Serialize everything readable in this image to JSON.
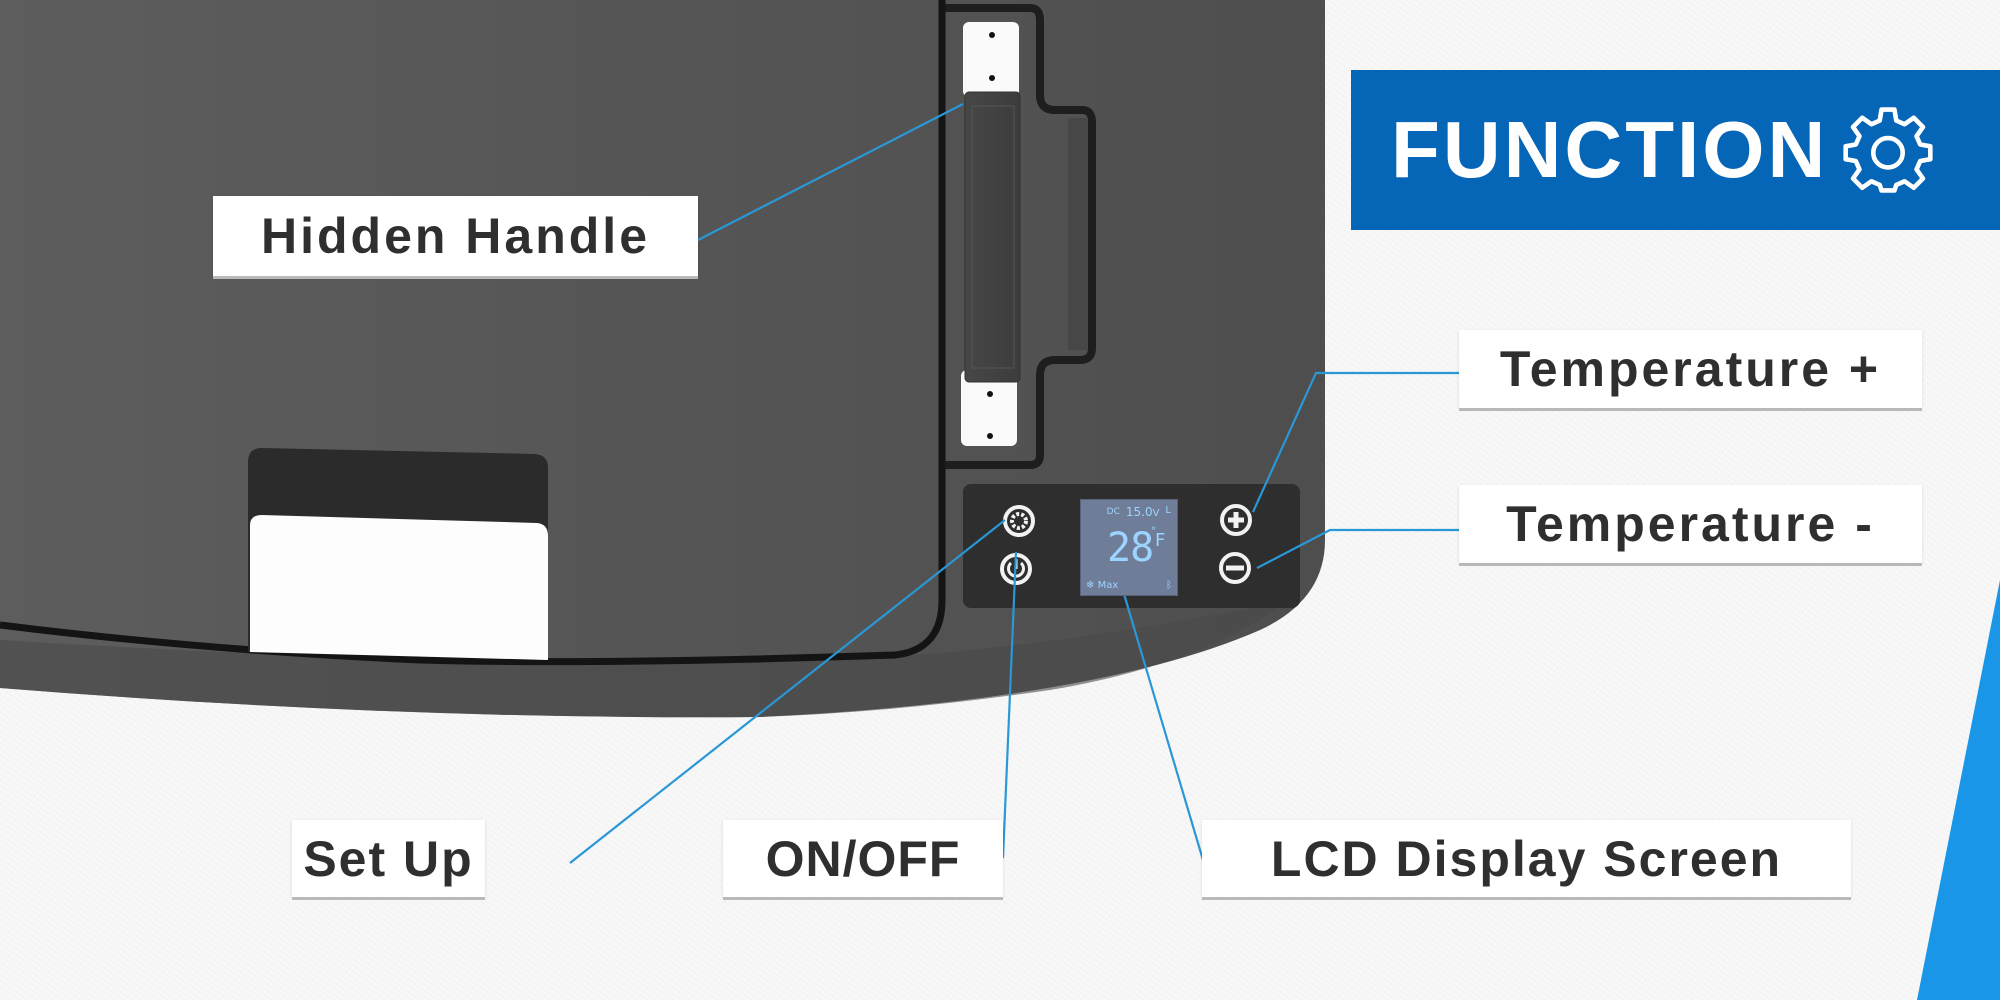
{
  "banner": {
    "title": "FUNCTION",
    "icon": "gear-icon",
    "color": "#0565b7"
  },
  "labels": {
    "hidden_handle": "Hidden Handle",
    "temperature_plus": "Temperature +",
    "temperature_minus": "Temperature -",
    "set_up": "Set Up",
    "on_off": "ON/OFF",
    "lcd_display": "LCD Display Screen"
  },
  "control_panel": {
    "buttons": [
      {
        "name": "set-up",
        "icon": "gear-icon"
      },
      {
        "name": "power",
        "icon": "power-icon"
      },
      {
        "name": "temperature-plus",
        "icon": "plus-icon",
        "glyph": "+"
      },
      {
        "name": "temperature-minus",
        "icon": "minus-icon",
        "glyph": "−"
      }
    ],
    "lcd": {
      "source": "DC",
      "voltage": "15.0",
      "voltage_unit": "V",
      "level": "L",
      "temperature": "28",
      "degree": "°",
      "unit": "F",
      "mode_icon": "snowflake-icon",
      "mode": "Max",
      "bluetooth_icon": "bluetooth-icon"
    }
  },
  "colors": {
    "leader_line": "#2a97d6",
    "accent_stripe": "#1a96e8",
    "body": "#555555",
    "panel": "#2e2e2e",
    "lcd_bg": "#6f7d99",
    "lcd_text": "#9cd4ff"
  }
}
